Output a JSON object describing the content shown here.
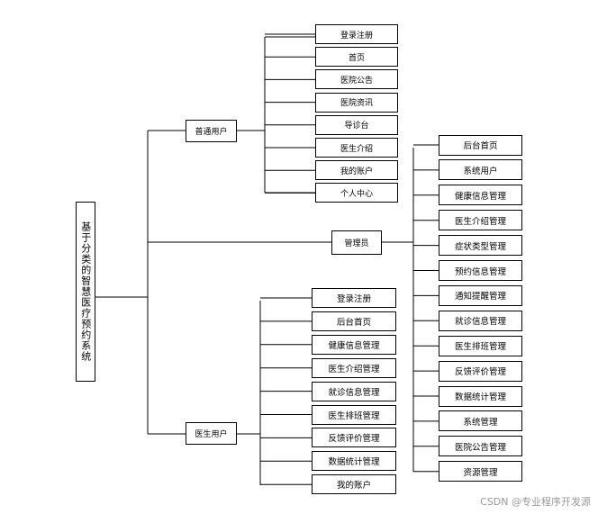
{
  "root": "基于分类的智慧医疗预约系统",
  "roles": {
    "user": "普通用户",
    "admin": "管理员",
    "doctor": "医生用户"
  },
  "user_items": [
    "登录注册",
    "首页",
    "医院公告",
    "医院资讯",
    "导诊台",
    "医生介绍",
    "我的账户",
    "个人中心"
  ],
  "admin_items": [
    "后台首页",
    "系统用户",
    "健康信息管理",
    "医生介绍管理",
    "症状类型管理",
    "预约信息管理",
    "通知提醒管理",
    "就诊信息管理",
    "医生排班管理",
    "反馈评价管理",
    "数据统计管理",
    "系统管理",
    "医院公告管理",
    "资源管理"
  ],
  "doctor_items": [
    "登录注册",
    "后台首页",
    "健康信息管理",
    "医生介绍管理",
    "就诊信息管理",
    "医生排班管理",
    "反馈评价管理",
    "数据统计管理",
    "我的账户"
  ],
  "watermark": "CSDN @专业程序开发源"
}
